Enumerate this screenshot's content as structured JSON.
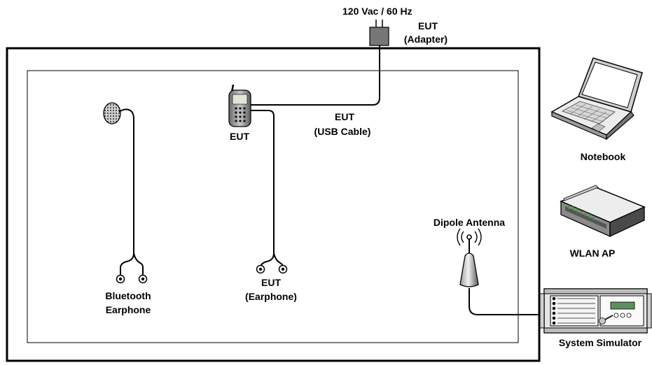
{
  "labels": {
    "power": "120 Vac / 60 Hz",
    "adapter_line1": "EUT",
    "adapter_line2": "(Adapter)",
    "eut": "EUT",
    "usb_line1": "EUT",
    "usb_line2": "(USB Cable)",
    "bt_line1": "Bluetooth",
    "bt_line2": "Earphone",
    "earphone_line1": "EUT",
    "earphone_line2": "(Earphone)",
    "dipole": "Dipole Antenna",
    "notebook": "Notebook",
    "wlan": "WLAN AP",
    "simulator": "System Simulator"
  },
  "icons": {
    "adapter": "power-adapter-icon",
    "phone": "mobile-phone-icon",
    "bluetooth": "bluetooth-earphone-icon",
    "earphone": "earphone-plugs-icon",
    "antenna": "dipole-antenna-icon",
    "notebook": "laptop-icon",
    "wlan": "wireless-router-icon",
    "simulator": "rack-simulator-icon"
  },
  "colors": {
    "line": "#000000",
    "device_gray": "#7a7a7a",
    "accent_green": "#3a9a3a"
  }
}
